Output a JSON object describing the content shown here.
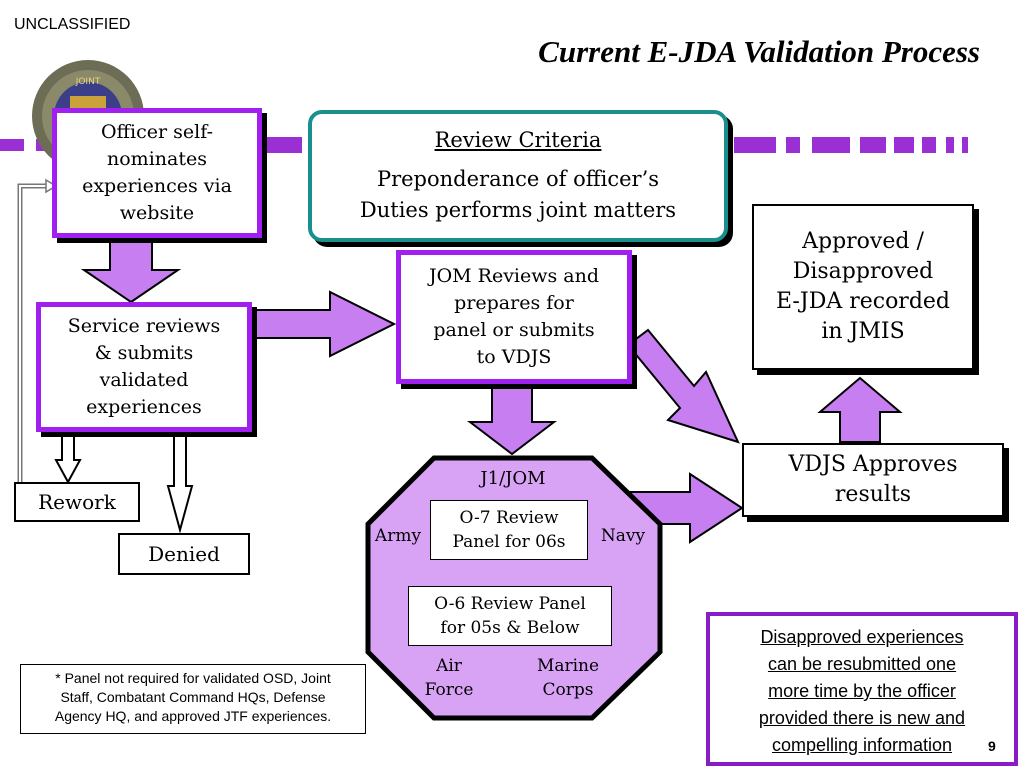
{
  "header": {
    "classification": "UNCLASSIFIED",
    "title": "Current E-JDA Validation Process"
  },
  "logo": {
    "text": "JOINT"
  },
  "boxes": {
    "self_nominate": [
      "Officer self-",
      "nominates",
      "experiences via",
      "website"
    ],
    "review_criteria": {
      "heading": "Review Criteria",
      "lines": [
        "Preponderance of officer’s",
        "Duties performs joint matters"
      ]
    },
    "approved_recorded": [
      "Approved /",
      "Disapproved",
      "E-JDA recorded",
      "in JMIS"
    ],
    "service_reviews": [
      "Service reviews",
      "& submits",
      "validated",
      "experiences"
    ],
    "jom_reviews": [
      "JOM Reviews and",
      "prepares for",
      "panel or submits",
      "to VDJS"
    ],
    "rework": "Rework",
    "denied": "Denied",
    "vdjs_approves": [
      "VDJS Approves",
      "results"
    ]
  },
  "octagon": {
    "top_label": "J1/JOM",
    "army": "Army",
    "navy": "Navy",
    "o7_panel": [
      "O-7 Review",
      "Panel for 06s"
    ],
    "o6_panel": [
      "O-6 Review Panel",
      "for 05s & Below"
    ],
    "air_force": [
      "Air",
      "Force"
    ],
    "marine_corps": [
      "Marine",
      "Corps"
    ]
  },
  "footnote": [
    "* Panel not required for validated OSD, Joint",
    "Staff, Combatant Command HQs, Defense",
    "Agency HQ, and approved JTF experiences."
  ],
  "resubmit_note": [
    "Disapproved experiences",
    "can be resubmitted one",
    "more time by the officer",
    "provided there is new and",
    "compelling information"
  ],
  "page_number": "9",
  "colors": {
    "arrow_fill": "#c77ef0",
    "purple_border": "#a020f0",
    "octagon_fill": "#d9a3f5",
    "teal": "#1a8f8f"
  }
}
